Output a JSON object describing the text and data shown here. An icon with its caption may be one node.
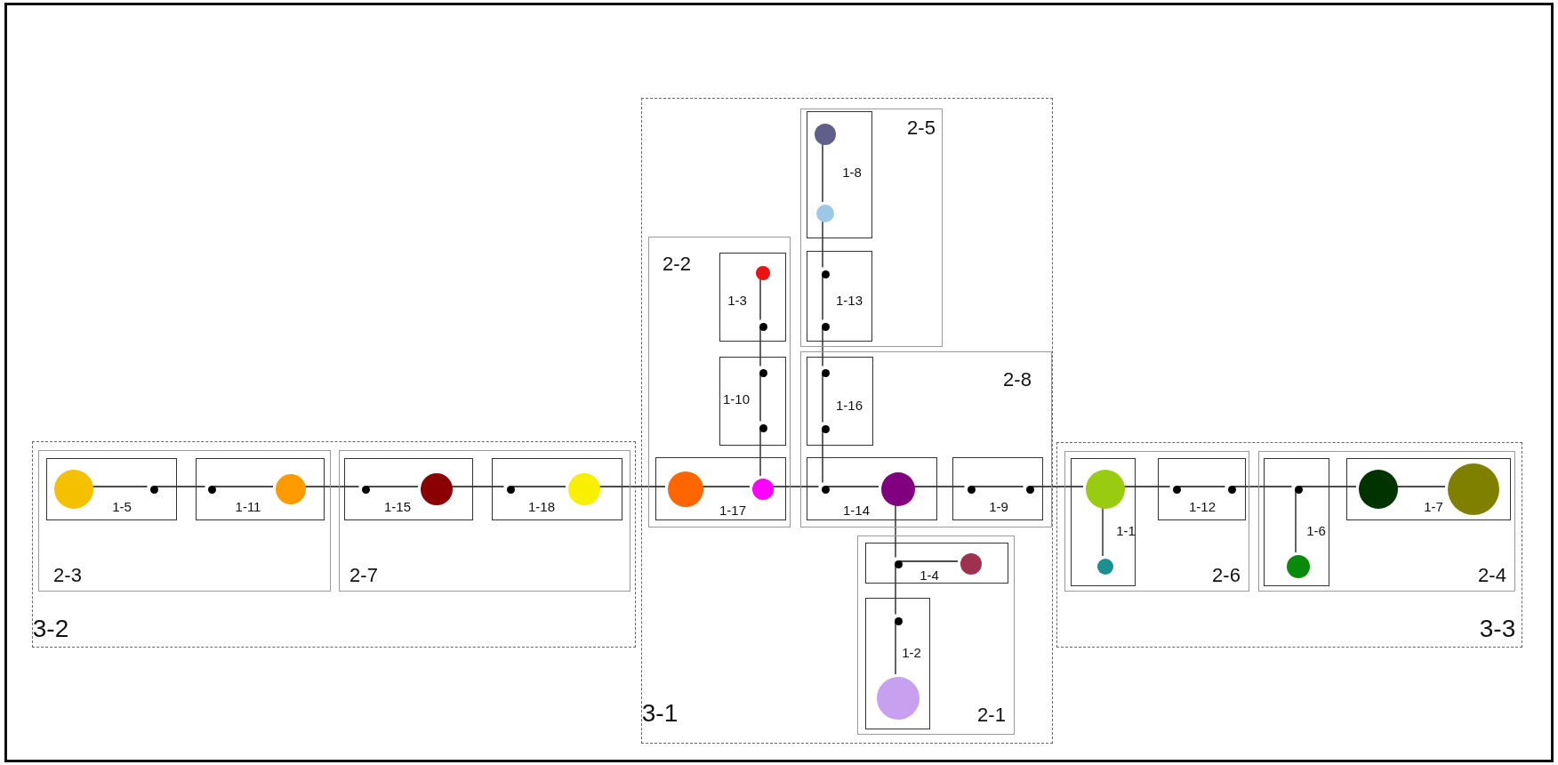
{
  "diagram": {
    "nodes": [
      {
        "text": [
          "3-2"
        ]
      },
      {
        "text": [
          "2-3"
        ],
        "in": 0
      },
      {
        "text": [
          "1-5"
        ],
        "in": 1
      },
      {
        "text": [],
        "shape": "circle",
        "in": 2
      },
      {
        "text": [],
        "shape": "dot",
        "in": 2
      },
      {
        "text": [
          "1-11"
        ],
        "in": 1
      },
      {
        "text": [],
        "shape": "dot",
        "in": 5
      },
      {
        "text": [],
        "shape": "circle",
        "in": 5
      },
      {
        "text": [
          "2-7"
        ],
        "in": 0
      },
      {
        "text": [
          "1-15"
        ],
        "in": 8
      },
      {
        "text": [],
        "shape": "dot",
        "in": 9
      },
      {
        "text": [],
        "shape": "circle",
        "in": 9
      },
      {
        "text": [
          "1-18"
        ],
        "in": 8
      },
      {
        "text": [],
        "shape": "dot",
        "in": 12
      },
      {
        "text": [],
        "shape": "circle",
        "in": 12
      },
      {
        "text": [
          "3-1"
        ]
      },
      {
        "text": [
          "2-2"
        ],
        "in": 15
      },
      {
        "text": [
          "1-3"
        ],
        "in": 16
      },
      {
        "text": [],
        "shape": "circle",
        "in": 17
      },
      {
        "text": [],
        "shape": "dot",
        "in": 17
      },
      {
        "text": [
          "1-10"
        ],
        "in": 16
      },
      {
        "text": [],
        "shape": "dot",
        "in": 20
      },
      {
        "text": [],
        "shape": "dot",
        "in": 20
      },
      {
        "text": [
          "1-17"
        ],
        "in": 16
      },
      {
        "text": [],
        "shape": "circle",
        "in": 23
      },
      {
        "text": [],
        "shape": "circle",
        "in": 23
      },
      {
        "text": [
          "2-5"
        ],
        "in": 15
      },
      {
        "text": [
          "1-8"
        ],
        "in": 26
      },
      {
        "text": [],
        "shape": "circle",
        "in": 27
      },
      {
        "text": [],
        "shape": "circle",
        "in": 27
      },
      {
        "text": [
          "1-13"
        ],
        "in": 26
      },
      {
        "text": [],
        "shape": "dot",
        "in": 30
      },
      {
        "text": [],
        "shape": "dot",
        "in": 30
      },
      {
        "text": [
          "2-8"
        ],
        "in": 15
      },
      {
        "text": [
          "1-16"
        ],
        "in": 33
      },
      {
        "text": [],
        "shape": "dot",
        "in": 34
      },
      {
        "text": [],
        "shape": "dot",
        "in": 34
      },
      {
        "text": [
          "1-14"
        ],
        "in": 33
      },
      {
        "text": [],
        "shape": "dot",
        "in": 37
      },
      {
        "text": [],
        "shape": "circle",
        "in": 37
      },
      {
        "text": [
          "1-9"
        ],
        "in": 33
      },
      {
        "text": [],
        "shape": "dot",
        "in": 40
      },
      {
        "text": [],
        "shape": "dot",
        "in": 40
      },
      {
        "text": [
          "2-1"
        ],
        "in": 15
      },
      {
        "text": [
          "1-4"
        ],
        "in": 43
      },
      {
        "text": [],
        "shape": "dot",
        "in": 44
      },
      {
        "text": [],
        "shape": "circle",
        "in": 44
      },
      {
        "text": [
          "1-2"
        ],
        "in": 43
      },
      {
        "text": [],
        "shape": "dot",
        "in": 47
      },
      {
        "text": [],
        "shape": "circle",
        "in": 47
      },
      {
        "text": [
          "3-3"
        ]
      },
      {
        "text": [
          "2-6"
        ],
        "in": 50
      },
      {
        "text": [
          "1-1"
        ],
        "in": 51
      },
      {
        "text": [],
        "shape": "circle",
        "in": 52
      },
      {
        "text": [],
        "shape": "circle",
        "in": 52
      },
      {
        "text": [
          "1-12"
        ],
        "in": 51
      },
      {
        "text": [],
        "shape": "dot",
        "in": 55
      },
      {
        "text": [],
        "shape": "dot",
        "in": 55
      },
      {
        "text": [
          "2-4"
        ],
        "in": 50
      },
      {
        "text": [
          "1-6"
        ],
        "in": 58
      },
      {
        "text": [],
        "shape": "dot",
        "in": 59
      },
      {
        "text": [],
        "shape": "circle",
        "in": 59
      },
      {
        "text": [
          "1-7"
        ],
        "in": 58
      },
      {
        "text": [],
        "shape": "circle",
        "in": 62
      },
      {
        "text": [],
        "shape": "circle",
        "in": 62
      }
    ],
    "edges": [
      {
        "from": 3,
        "to": 4,
        "arrow": "none"
      },
      {
        "from": 4,
        "to": 6,
        "arrow": "none"
      },
      {
        "from": 6,
        "to": 7,
        "arrow": "none"
      },
      {
        "from": 7,
        "to": 10,
        "arrow": "none"
      },
      {
        "from": 10,
        "to": 11,
        "arrow": "none"
      },
      {
        "from": 11,
        "to": 13,
        "arrow": "none"
      },
      {
        "from": 13,
        "to": 14,
        "arrow": "none"
      },
      {
        "from": 14,
        "to": 24,
        "arrow": "none"
      },
      {
        "from": 24,
        "to": 25,
        "arrow": "none"
      },
      {
        "from": 25,
        "to": 38,
        "arrow": "none"
      },
      {
        "from": 38,
        "to": 39,
        "arrow": "none"
      },
      {
        "from": 39,
        "to": 41,
        "arrow": "none"
      },
      {
        "from": 41,
        "to": 42,
        "arrow": "none"
      },
      {
        "from": 42,
        "to": 53,
        "arrow": "none"
      },
      {
        "from": 53,
        "to": 56,
        "arrow": "none"
      },
      {
        "from": 56,
        "to": 57,
        "arrow": "none"
      },
      {
        "from": 57,
        "to": 60,
        "arrow": "none"
      },
      {
        "from": 60,
        "to": 63,
        "arrow": "none"
      },
      {
        "from": 63,
        "to": 64,
        "arrow": "none"
      },
      {
        "from": 25,
        "to": 22,
        "arrow": "none"
      },
      {
        "from": 22,
        "to": 21,
        "arrow": "none"
      },
      {
        "from": 21,
        "to": 19,
        "arrow": "none"
      },
      {
        "from": 19,
        "to": 18,
        "arrow": "none"
      },
      {
        "from": 38,
        "to": 36,
        "arrow": "none"
      },
      {
        "from": 36,
        "to": 35,
        "arrow": "none"
      },
      {
        "from": 35,
        "to": 32,
        "arrow": "none"
      },
      {
        "from": 32,
        "to": 31,
        "arrow": "none"
      },
      {
        "from": 31,
        "to": 29,
        "arrow": "none"
      },
      {
        "from": 29,
        "to": 28,
        "arrow": "none"
      },
      {
        "from": 39,
        "to": 45,
        "arrow": "none"
      },
      {
        "from": 45,
        "to": 46,
        "arrow": "none"
      },
      {
        "from": 45,
        "to": 48,
        "arrow": "none"
      },
      {
        "from": 48,
        "to": 49,
        "arrow": "none"
      },
      {
        "from": 53,
        "to": 54,
        "arrow": "none"
      },
      {
        "from": 60,
        "to": 61,
        "arrow": "none"
      }
    ]
  }
}
